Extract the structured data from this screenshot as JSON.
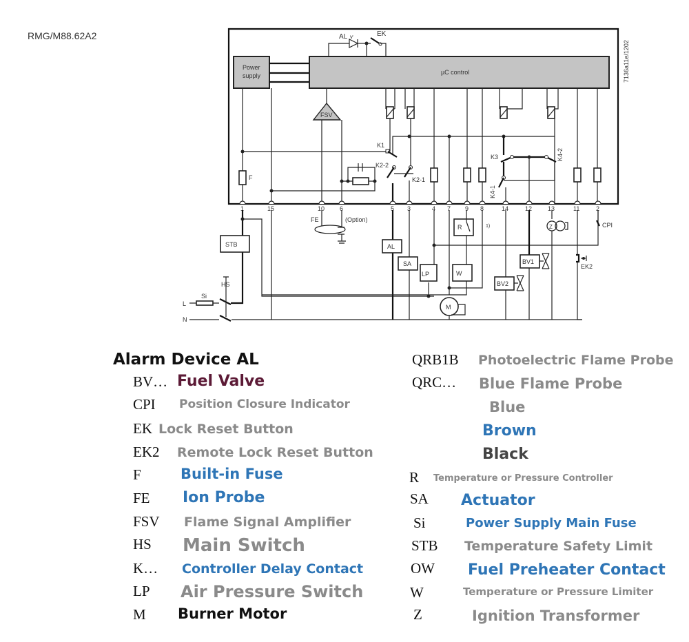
{
  "header": {
    "model_code": "RMG/M88.62A2",
    "drawing_ref": "7136a11e/1202"
  },
  "diagram": {
    "blocks": {
      "power_supply": [
        "Power",
        "supply"
      ],
      "uc_control": "µC control",
      "fsv": "FSV"
    },
    "components": {
      "al_top": "AL",
      "ek_top": "EK",
      "k1": "K1",
      "k2_2": "K2-2",
      "k2_1": "K2-1",
      "k3": "K3",
      "k4_1": "K4-1",
      "k4_2": "K4-2",
      "f": "F",
      "fe": "FE",
      "option": "(Option)",
      "stb": "STB",
      "hs": "HS",
      "si": "Si",
      "l": "L",
      "n": "N",
      "al": "AL",
      "sa": "SA",
      "lp": "LP",
      "r": "R",
      "w": "W",
      "m": "M",
      "bv1": "BV1",
      "bv2": "BV2",
      "z": "Z",
      "cpi": "CPI",
      "ek2": "EK2",
      "note": "1)"
    },
    "terminals": [
      "1",
      "15",
      "10",
      "6",
      "5",
      "3",
      "4",
      "7",
      "9",
      "8",
      "14",
      "12",
      "13",
      "11",
      "2"
    ]
  },
  "legend": {
    "title": "Alarm Device AL",
    "left": [
      {
        "abbr": "BV…",
        "desc": "Fuel Valve",
        "color": "#5c1a36"
      },
      {
        "abbr": "CPI",
        "desc": "Position Closure Indicator",
        "color": "#8a8a8a"
      },
      {
        "abbr": "EK",
        "desc": "Lock Reset Button",
        "color": "#8a8a8a"
      },
      {
        "abbr": "EK2",
        "desc": "Remote Lock Reset Button",
        "color": "#8a8a8a"
      },
      {
        "abbr": "F",
        "desc": "Built-in Fuse",
        "color": "#2e75b6"
      },
      {
        "abbr": "FE",
        "desc": "Ion Probe",
        "color": "#2e75b6"
      },
      {
        "abbr": "FSV",
        "desc": "Flame Signal Amplifier",
        "color": "#8a8a8a"
      },
      {
        "abbr": "HS",
        "desc": "Main Switch",
        "color": "#8a8a8a"
      },
      {
        "abbr": "K…",
        "desc": "Controller Delay Contact",
        "color": "#2e75b6"
      },
      {
        "abbr": "LP",
        "desc": "Air Pressure Switch",
        "color": "#8a8a8a"
      },
      {
        "abbr": "M",
        "desc": "Burner Motor",
        "color": "#111111"
      }
    ],
    "right": [
      {
        "abbr": "QRB1B",
        "desc": "Photoelectric Flame Probe",
        "color": "#8a8a8a"
      },
      {
        "abbr": "QRC…",
        "desc": "Blue Flame Probe",
        "color": "#8a8a8a"
      },
      {
        "abbr": "",
        "desc": "Blue",
        "color": "#8a8a8a"
      },
      {
        "abbr": "",
        "desc": "Brown",
        "color": "#2e75b6"
      },
      {
        "abbr": "",
        "desc": "Black",
        "color": "#444444"
      },
      {
        "abbr": "R",
        "desc": "Temperature or Pressure Controller",
        "color": "#8a8a8a"
      },
      {
        "abbr": "SA",
        "desc": "Actuator",
        "color": "#2e75b6"
      },
      {
        "abbr": "Si",
        "desc": "Power Supply Main Fuse",
        "color": "#2e75b6"
      },
      {
        "abbr": "STB",
        "desc": "Temperature Safety Limit",
        "color": "#8a8a8a"
      },
      {
        "abbr": "OW",
        "desc": "Fuel Preheater Contact",
        "color": "#2e75b6"
      },
      {
        "abbr": "W",
        "desc": "Temperature or Pressure Limiter",
        "color": "#8a8a8a"
      },
      {
        "abbr": "Z",
        "desc": "Ignition Transformer",
        "color": "#8a8a8a"
      }
    ]
  }
}
